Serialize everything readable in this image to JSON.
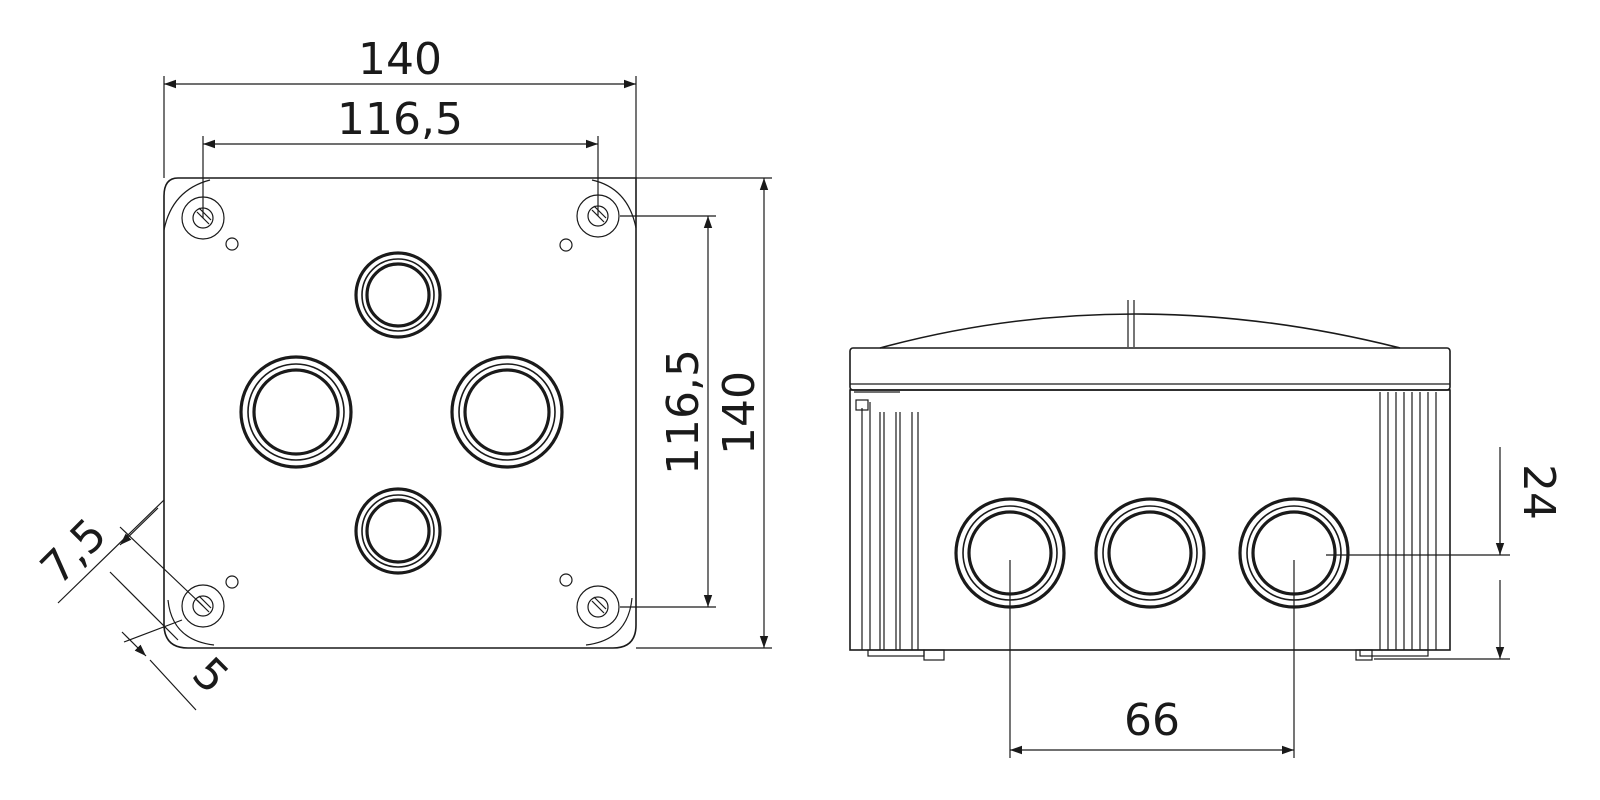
{
  "dimensions": {
    "top_width_outer": "140",
    "top_width_hole": "116,5",
    "top_height_hole": "116,5",
    "top_height_outer": "140",
    "corner_offset": "7,5",
    "corner_small": "5",
    "side_height": "24",
    "side_spacing": "66"
  },
  "colors": {
    "line": "#1a1a1a",
    "background": "#ffffff"
  }
}
